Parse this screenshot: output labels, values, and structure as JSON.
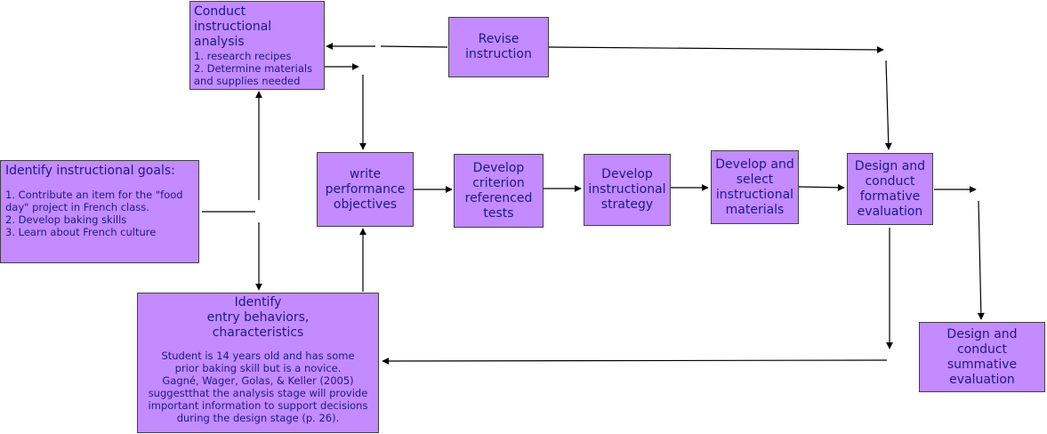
{
  "boxes": {
    "conduct_analysis": {
      "title": "Conduct\ninstructional\nanalysis",
      "items": [
        "1. research recipes",
        "2. Determine materials\nand supplies needed"
      ]
    },
    "revise": {
      "title": "Revise\ninstruction"
    },
    "goals": {
      "title": "Identify instructional goals:",
      "items": [
        "1. Contribute an item for the \"food\nday\" project in French class.",
        "2. Develop baking skills",
        "3. Learn about French culture"
      ]
    },
    "objectives": {
      "title": "write\nperformance\nobjectives"
    },
    "tests": {
      "title": "Develop\ncriterion\nreferenced\ntests"
    },
    "strategy": {
      "title": "Develop\ninstructional\nstrategy"
    },
    "materials": {
      "title": "Develop and\nselect\ninstructional\nmaterials"
    },
    "formative": {
      "title": "Design and\nconduct\nformative\nevaluation"
    },
    "entry": {
      "title": "Identify\nentry behaviors,\ncharacteristics",
      "body": "Student is 14 years old and has some\nprior baking skill but is a novice.\nGagné, Wager, Golas, & Keller (2005)\nsuggestthat the analysis stage will provide\nimportant information to support decisions\nduring the design stage (p. 26)."
    },
    "summative": {
      "title": "Design and\nconduct\nsummative\nevaluation"
    }
  },
  "colors": {
    "box_fill": "#c38bff",
    "text": "#1a1a8c",
    "arrow": "#000000"
  }
}
